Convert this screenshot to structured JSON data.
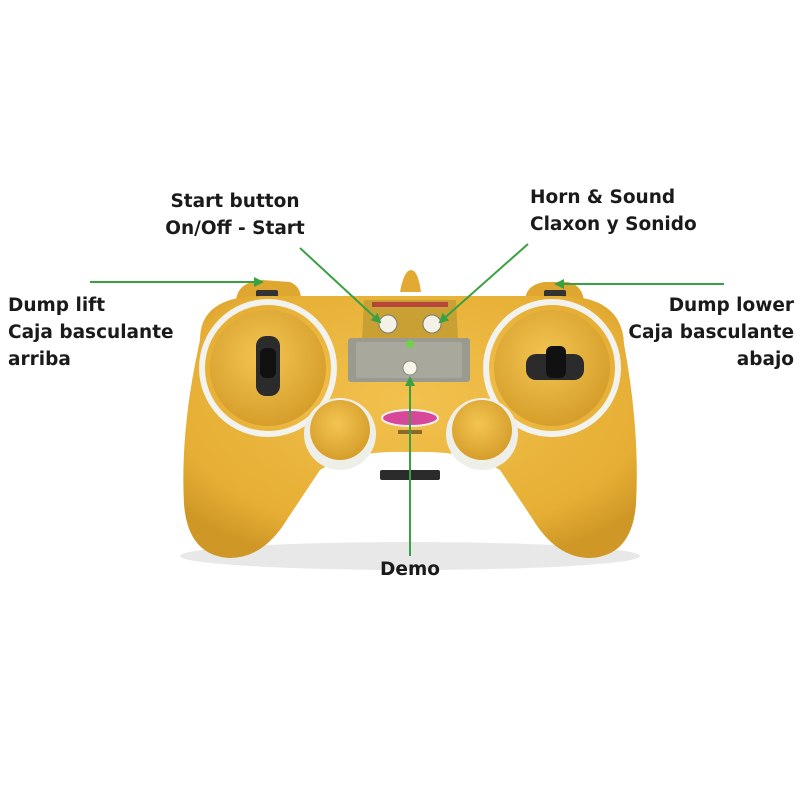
{
  "callouts": {
    "start": {
      "line1": "Start button",
      "line2": "On/Off - Start"
    },
    "horn": {
      "line1": "Horn & Sound",
      "line2": "Claxon y Sonido"
    },
    "dump_lift": {
      "line1": "Dump lift",
      "line2": "Caja basculante",
      "line3": "arriba"
    },
    "dump_lower": {
      "line1": "Dump lower",
      "line2": "Caja basculante",
      "line3": "abajo"
    },
    "demo": {
      "label": "Demo"
    }
  },
  "colors": {
    "controller_body": "#E8B43A",
    "controller_shadow": "#C99321",
    "arrow": "#3AA142",
    "text": "#1a1a1a",
    "panel": "#9A9A8E"
  }
}
